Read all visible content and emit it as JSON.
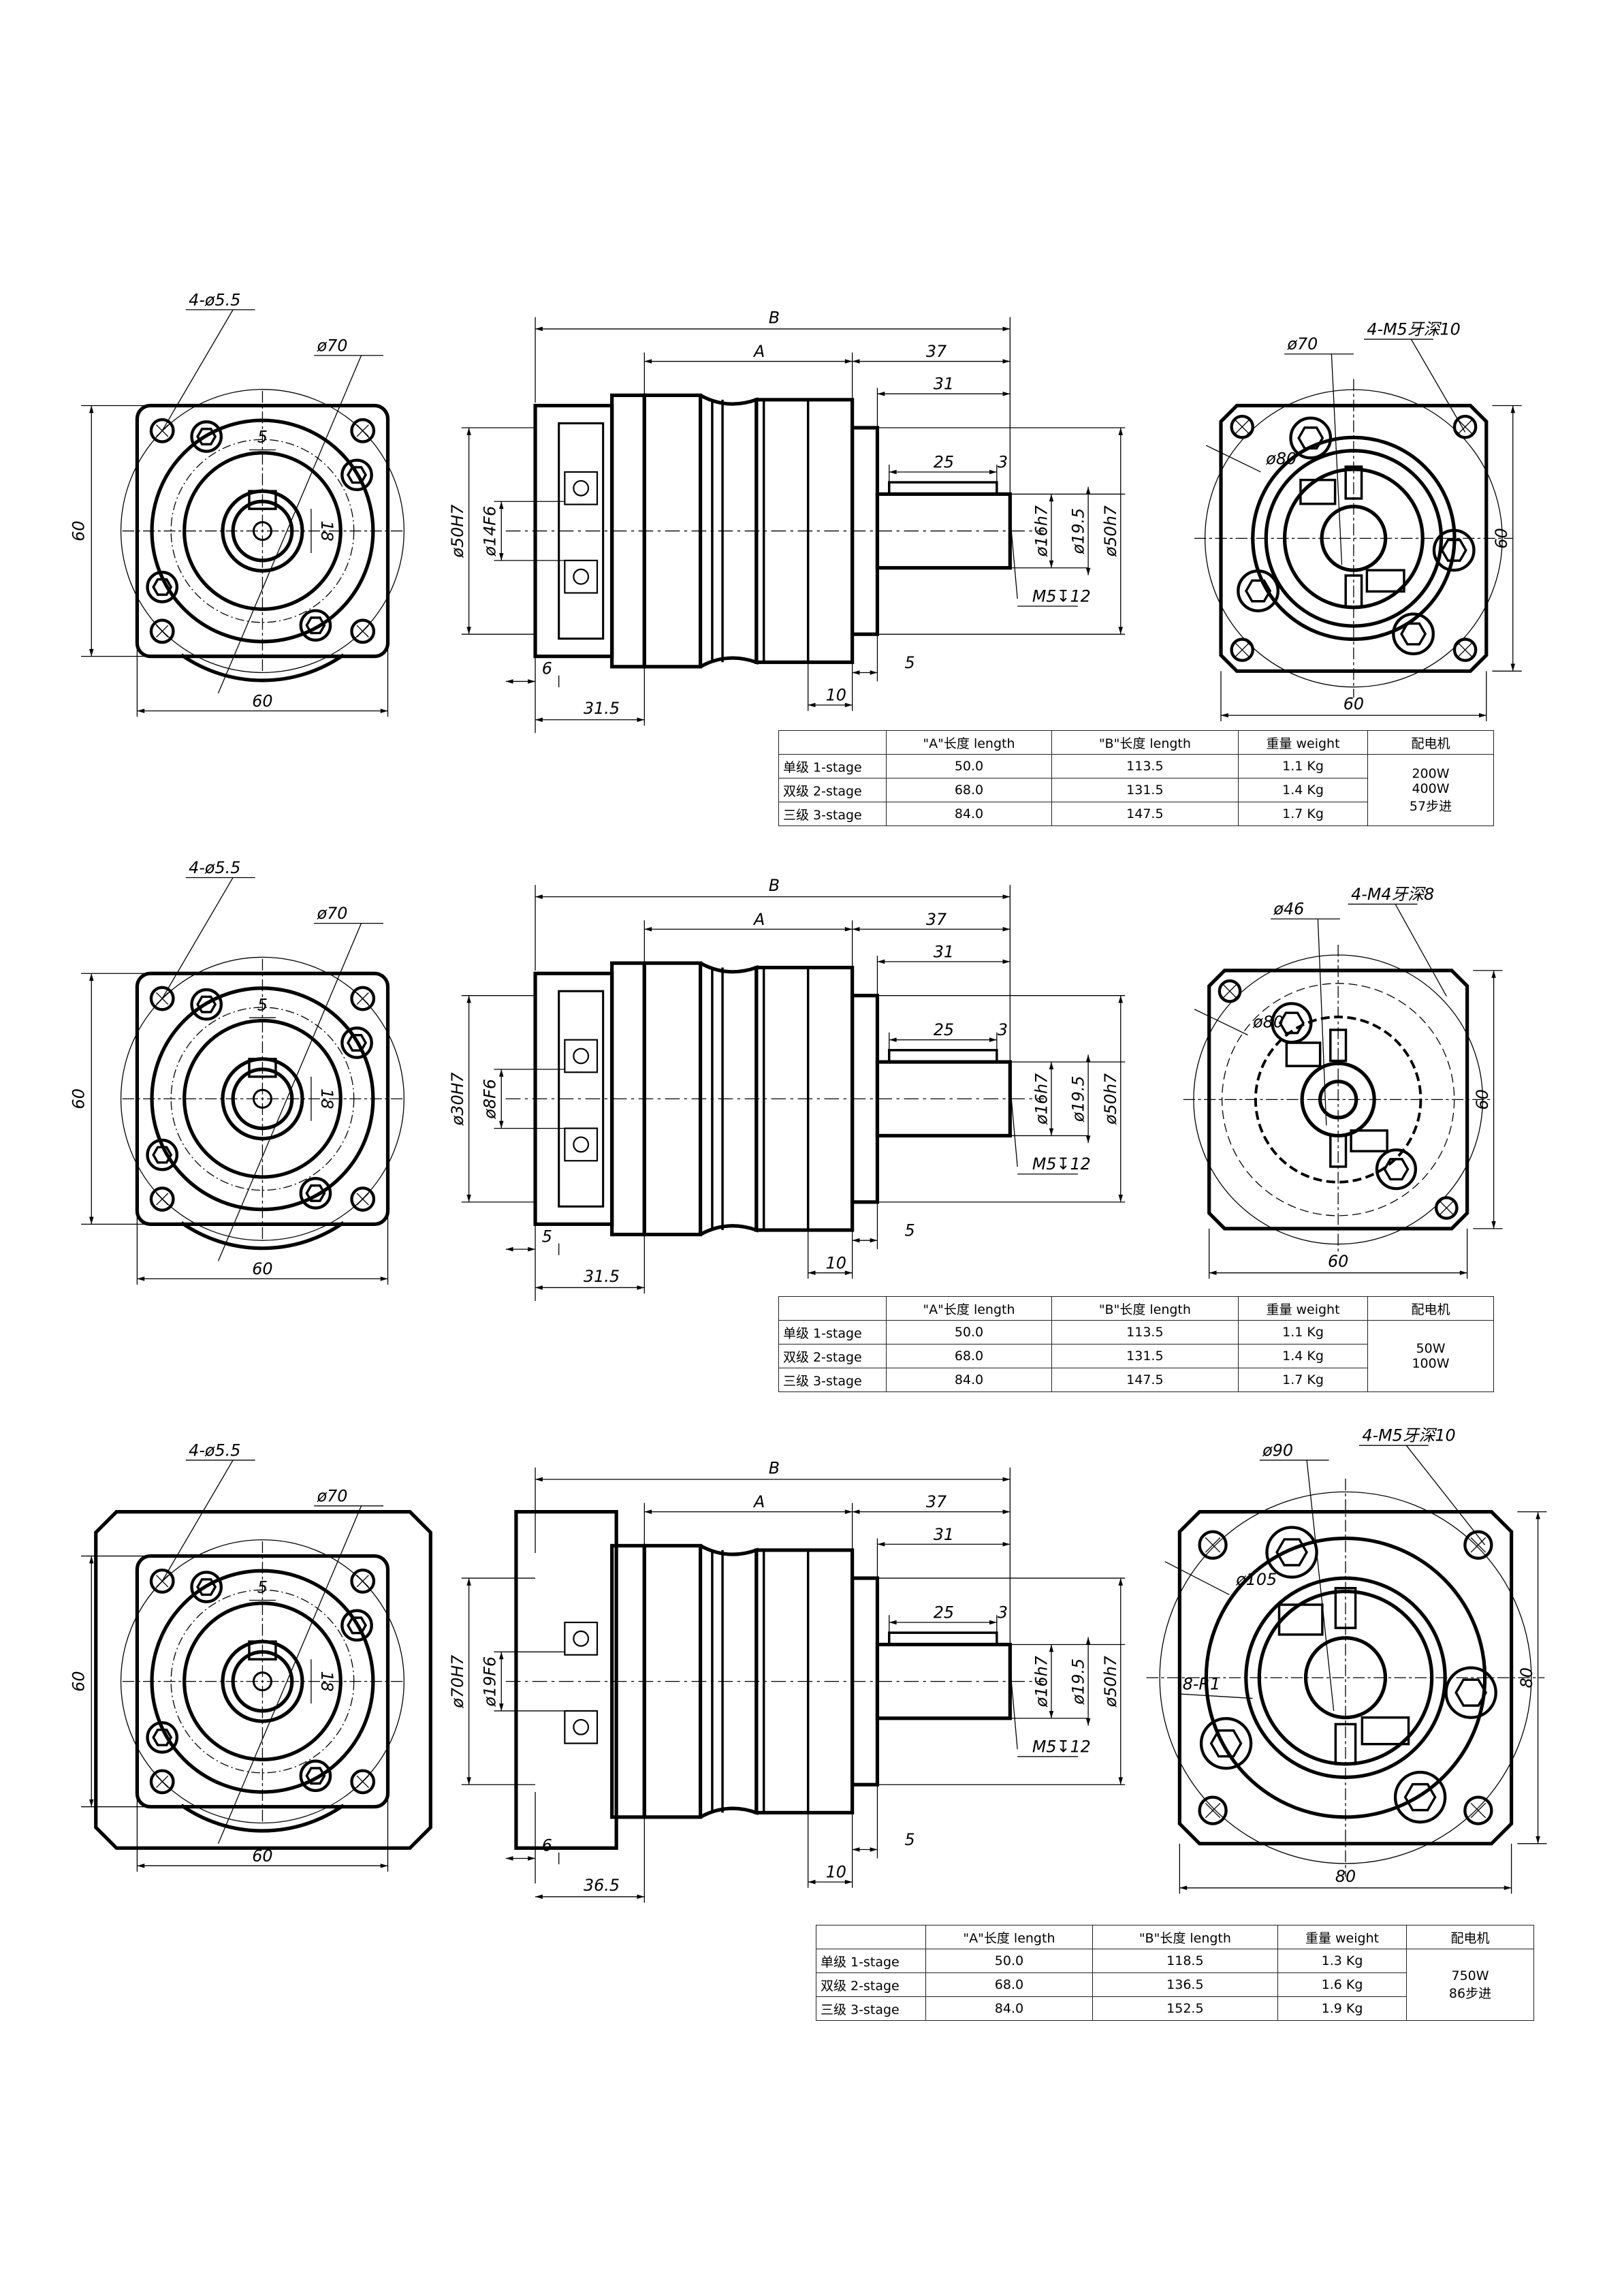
{
  "drawings": [
    {
      "front": {
        "holes": "4-ø5.5",
        "pcd": "ø70",
        "width": "60",
        "height": "60",
        "key_w": "5",
        "key_h": "18"
      },
      "side": {
        "B": "B",
        "A": "A",
        "d37": "37",
        "d31": "31",
        "d25": "25",
        "d3": "3",
        "housing": "ø50H7",
        "input": "ø14F6",
        "shaft": "ø16h7",
        "shoulder": "ø19.5",
        "pilot": "ø50h7",
        "thread": "M5↧12",
        "d6": "6",
        "d315": "31.5",
        "d10": "10",
        "d5": "5"
      },
      "rear": {
        "pcd": "ø70",
        "thread": "4-M5牙深10",
        "circle": "ø80",
        "width": "60",
        "height": "60"
      }
    },
    {
      "front": {
        "holes": "4-ø5.5",
        "pcd": "ø70",
        "width": "60",
        "height": "60",
        "key_w": "5",
        "key_h": "18"
      },
      "side": {
        "B": "B",
        "A": "A",
        "d37": "37",
        "d31": "31",
        "d25": "25",
        "d3": "3",
        "housing": "ø30H7",
        "input": "ø8F6",
        "shaft": "ø16h7",
        "shoulder": "ø19.5",
        "pilot": "ø50h7",
        "thread": "M5↧12",
        "d6": "5",
        "d315": "31.5",
        "d10": "10",
        "d5": "5"
      },
      "rear": {
        "pcd": "ø46",
        "thread": "4-M4牙深8",
        "circle": "ø80",
        "width": "60",
        "height": "60"
      }
    },
    {
      "front": {
        "holes": "4-ø5.5",
        "pcd": "ø70",
        "width": "60",
        "height": "60",
        "key_w": "5",
        "key_h": "18"
      },
      "side": {
        "B": "B",
        "A": "A",
        "d37": "37",
        "d31": "31",
        "d25": "25",
        "d3": "3",
        "housing": "ø70H7",
        "input": "ø19F6",
        "shaft": "ø16h7",
        "shoulder": "ø19.5",
        "pilot": "ø50h7",
        "thread": "M5↧12",
        "d6": "6",
        "d315": "36.5",
        "d10": "10",
        "d5": "5"
      },
      "rear": {
        "pcd": "ø90",
        "thread": "4-M5牙深10",
        "circle": "ø105",
        "radius": "8-R1",
        "width": "80",
        "height": "80"
      }
    }
  ],
  "tables": [
    {
      "headers": [
        "",
        "\"A\"长度 length",
        "\"B\"长度 length",
        "重量 weight",
        "配电机"
      ],
      "rows": [
        [
          "单级 1-stage",
          "50.0",
          "113.5",
          "1.1 Kg"
        ],
        [
          "双级 2-stage",
          "68.0",
          "131.5",
          "1.4 Kg"
        ],
        [
          "三级 3-stage",
          "84.0",
          "147.5",
          "1.7 Kg"
        ]
      ],
      "motor": [
        "200W",
        "400W",
        "57步进"
      ]
    },
    {
      "headers": [
        "",
        "\"A\"长度 length",
        "\"B\"长度 length",
        "重量 weight",
        "配电机"
      ],
      "rows": [
        [
          "单级 1-stage",
          "50.0",
          "113.5",
          "1.1 Kg"
        ],
        [
          "双级 2-stage",
          "68.0",
          "131.5",
          "1.4 Kg"
        ],
        [
          "三级 3-stage",
          "84.0",
          "147.5",
          "1.7 Kg"
        ]
      ],
      "motor": [
        "50W",
        "100W"
      ]
    },
    {
      "headers": [
        "",
        "\"A\"长度 length",
        "\"B\"长度 length",
        "重量 weight",
        "配电机"
      ],
      "rows": [
        [
          "单级 1-stage",
          "50.0",
          "118.5",
          "1.3 Kg"
        ],
        [
          "双级 2-stage",
          "68.0",
          "136.5",
          "1.6 Kg"
        ],
        [
          "三级 3-stage",
          "84.0",
          "152.5",
          "1.9 Kg"
        ]
      ],
      "motor": [
        "750W",
        "86步进"
      ]
    }
  ]
}
